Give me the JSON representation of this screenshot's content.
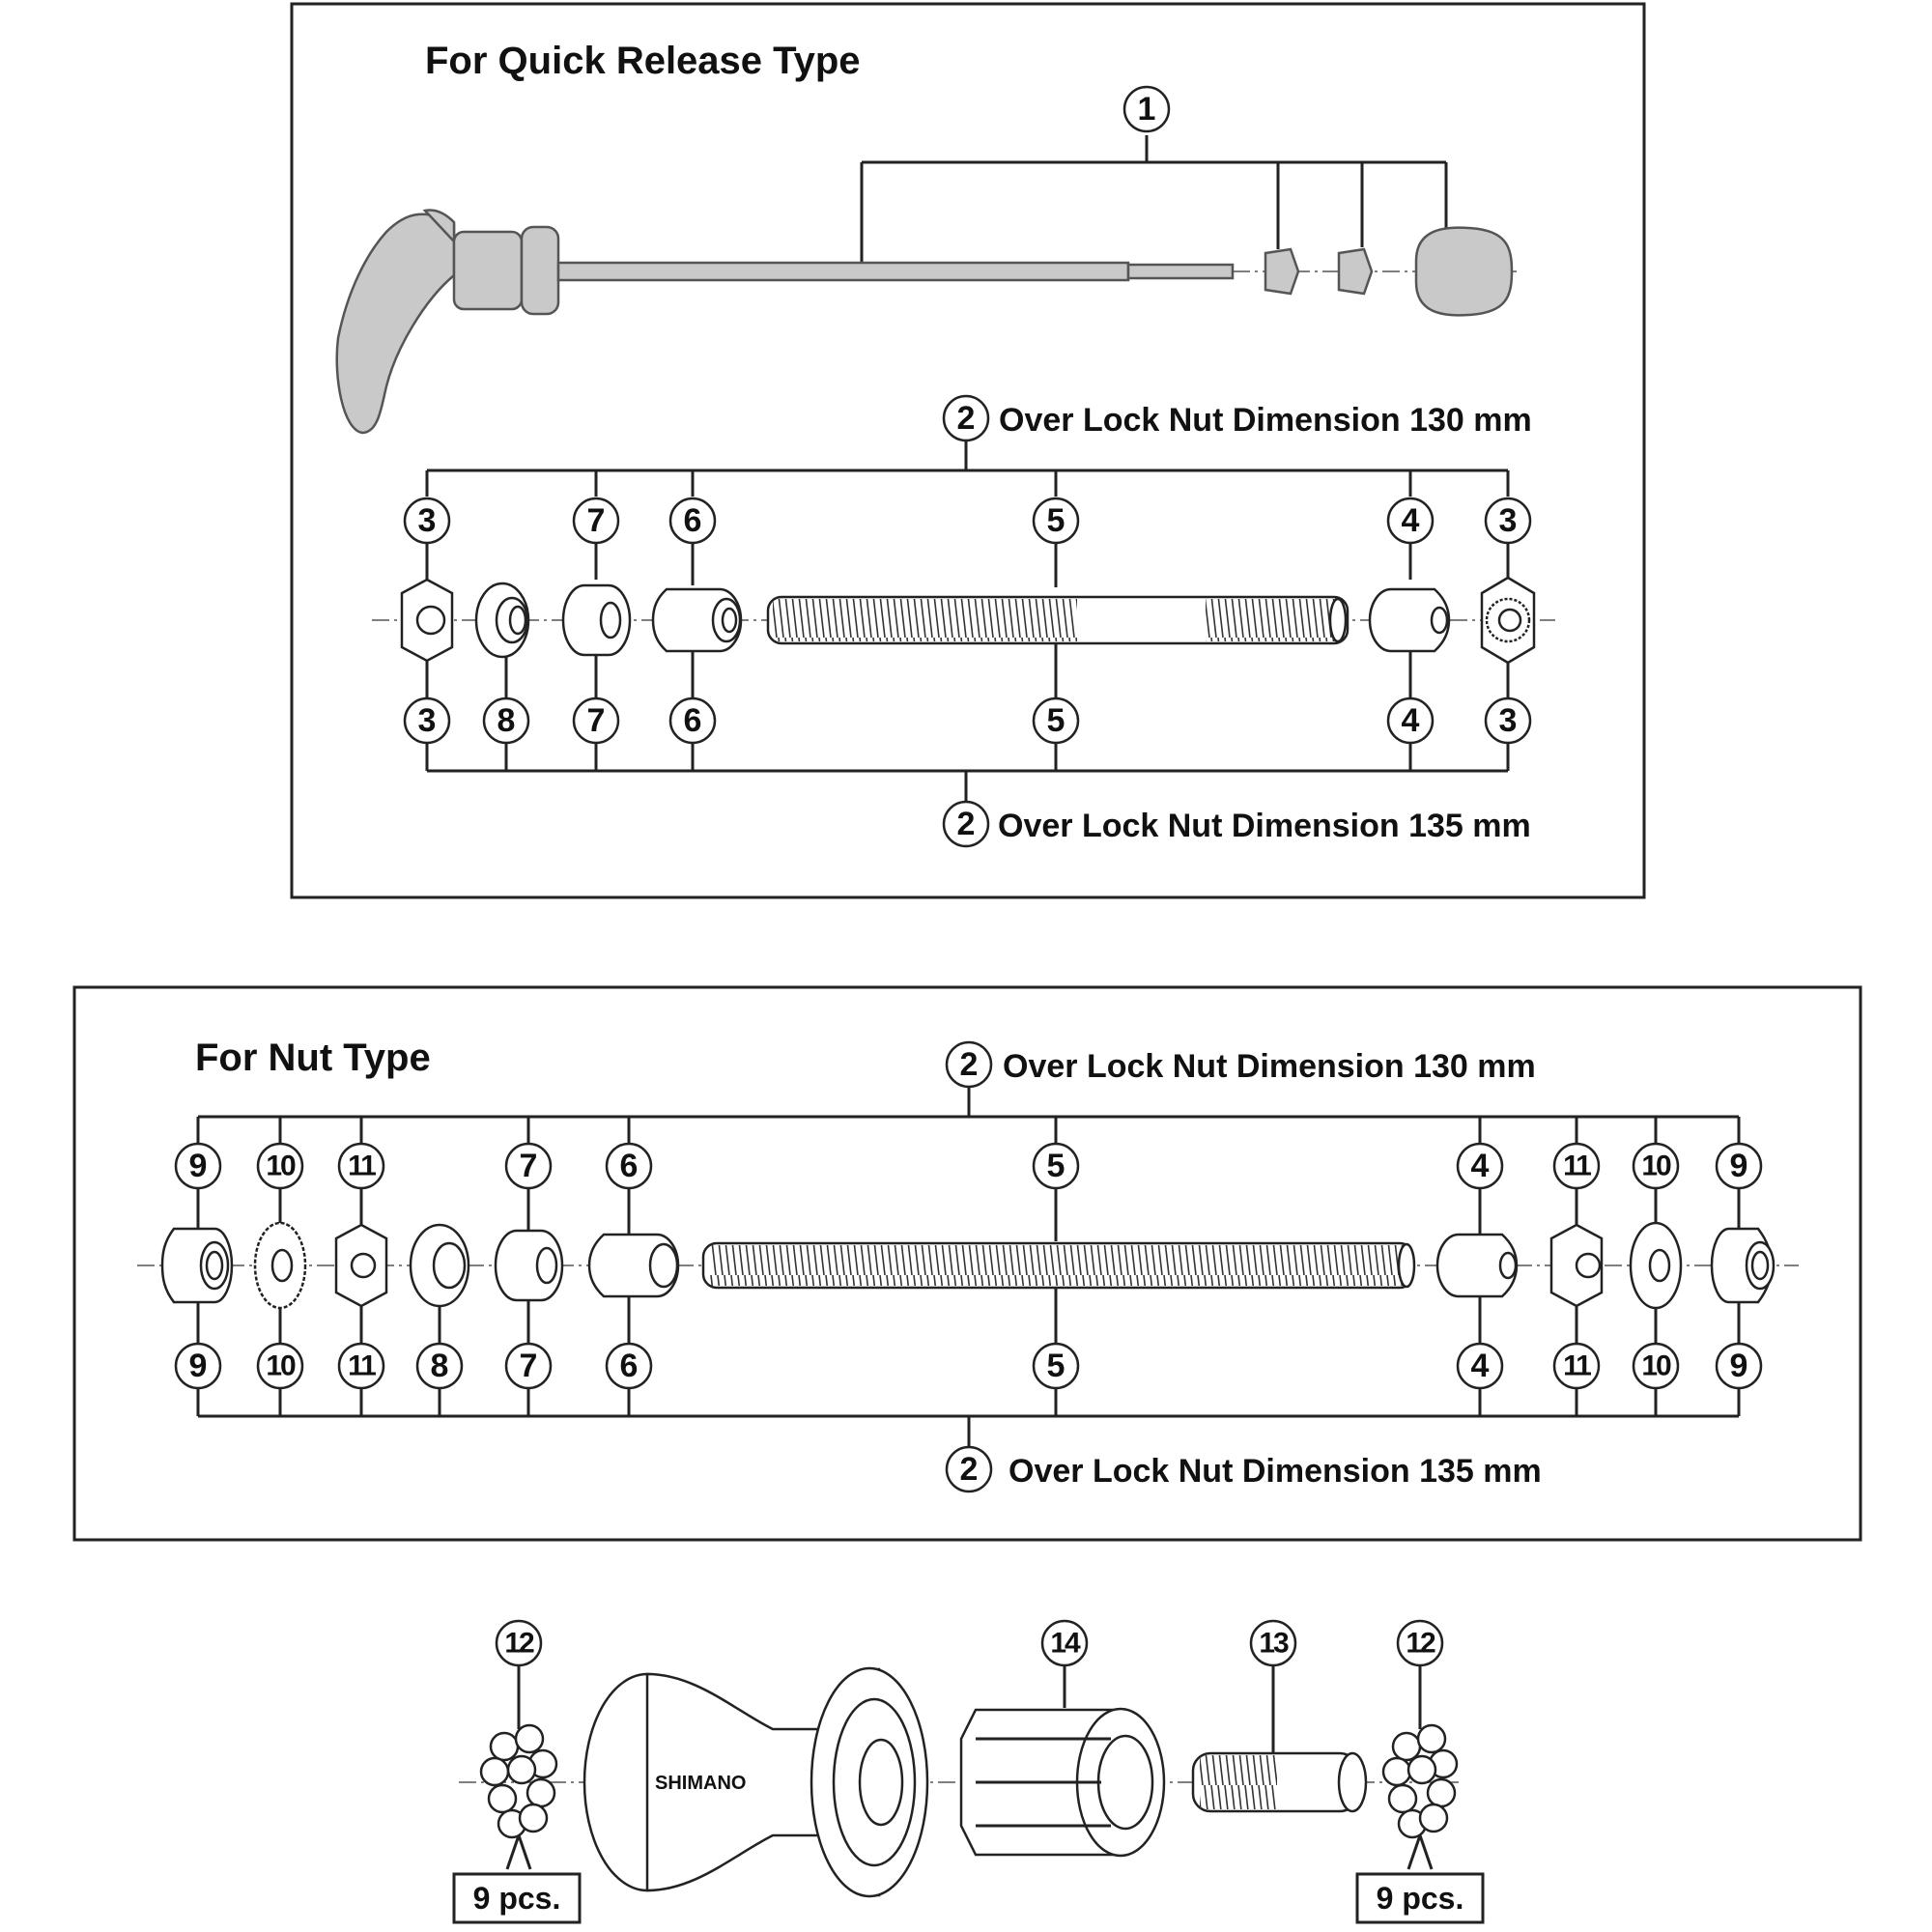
{
  "quick_release": {
    "title": "For Quick Release Type",
    "dim_130": "Over Lock Nut Dimension 130 mm",
    "dim_135": "Over Lock Nut Dimension 135 mm",
    "top_callouts": [
      "3",
      "7",
      "6",
      "5",
      "4",
      "3"
    ],
    "bottom_callouts": [
      "3",
      "8",
      "7",
      "6",
      "5",
      "4",
      "3"
    ],
    "skewer_callout": "1",
    "dim_callout": "2"
  },
  "nut_type": {
    "title": "For Nut Type",
    "dim_130": "Over Lock Nut Dimension 130 mm",
    "dim_135": "Over Lock Nut Dimension 135 mm",
    "top_callouts": [
      "9",
      "10",
      "11",
      "7",
      "6",
      "5",
      "4",
      "11",
      "10",
      "9"
    ],
    "bottom_callouts": [
      "9",
      "10",
      "11",
      "8",
      "7",
      "6",
      "5",
      "4",
      "11",
      "10",
      "9"
    ],
    "dim_callout": "2"
  },
  "hub_body": {
    "callouts": [
      "12",
      "14",
      "13",
      "12"
    ],
    "left_qty": "9 pcs.",
    "right_qty": "9 pcs.",
    "brand": "SHIMANO"
  }
}
